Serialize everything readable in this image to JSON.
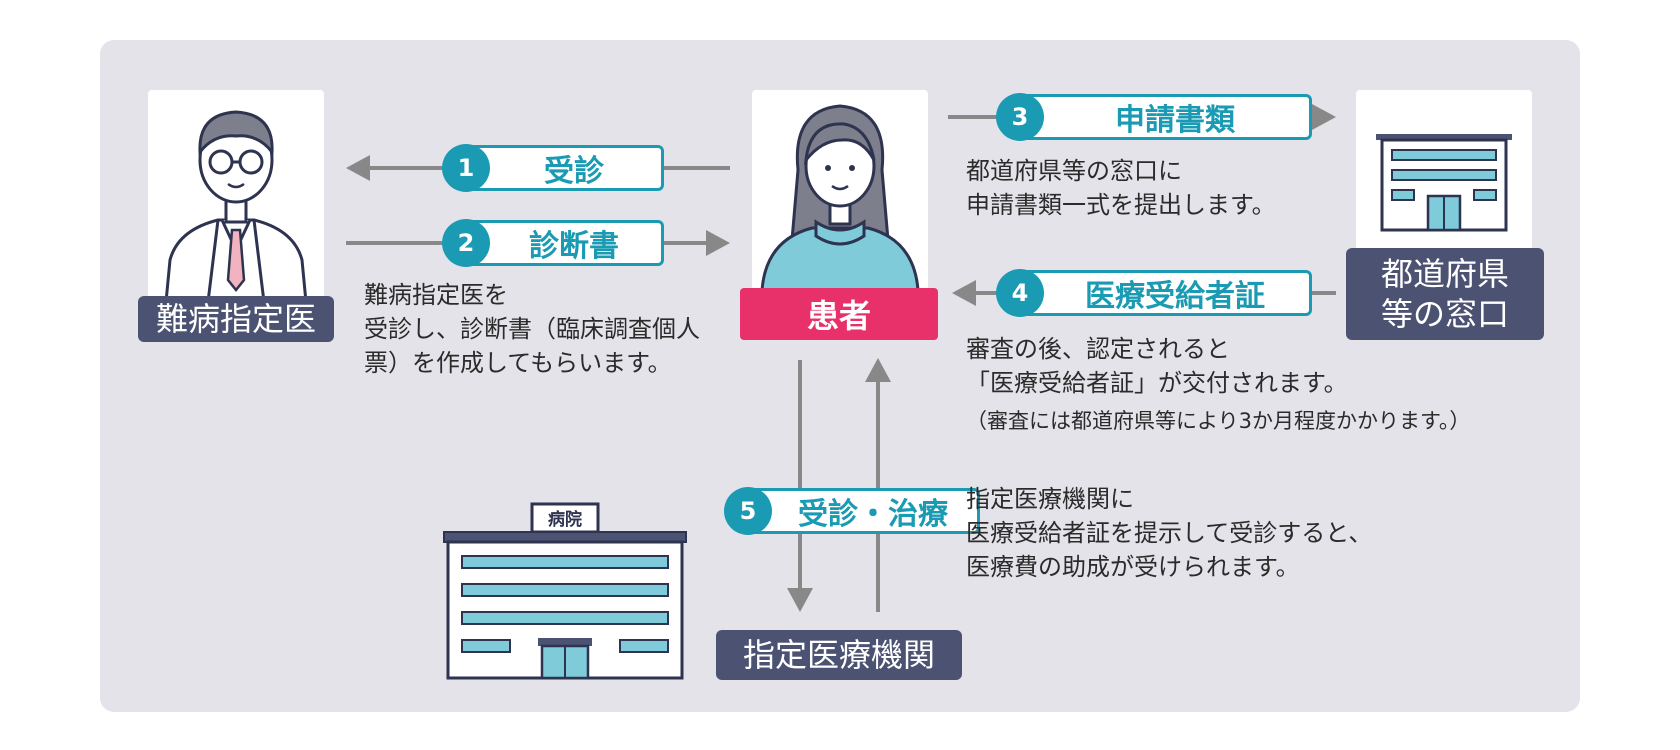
{
  "roles": {
    "doctor": "難病指定医",
    "patient": "患者",
    "prefecture": "都道府県\n等の窓口",
    "institution": "指定医療機関"
  },
  "hospital_sign": "病院",
  "steps": [
    {
      "number": "1",
      "label": "受診"
    },
    {
      "number": "2",
      "label": "診断書"
    },
    {
      "number": "3",
      "label": "申請書類"
    },
    {
      "number": "4",
      "label": "医療受給者証"
    },
    {
      "number": "5",
      "label": "受診・治療"
    }
  ],
  "descriptions": {
    "step2": "難病指定医を\n受診し、診断書（臨床調査個人\n票）を作成してもらいます。",
    "step3": "都道府県等の窓口に\n申請書類一式を提出します。",
    "step4": "審査の後、認定されると\n「医療受給者証」が交付されます。",
    "step4_note": "（審査には都道府県等により3か月程度かかります。）",
    "step5": "指定医療機関に\n医療受給者証を提示して受診すると、\n医療費の助成が受けられます。"
  },
  "colors": {
    "accent": "#1a9bb3",
    "patient_label": "#e8306a",
    "role_label": "#4c5272",
    "panel": "#e4e3e9",
    "arrow": "#888888"
  }
}
